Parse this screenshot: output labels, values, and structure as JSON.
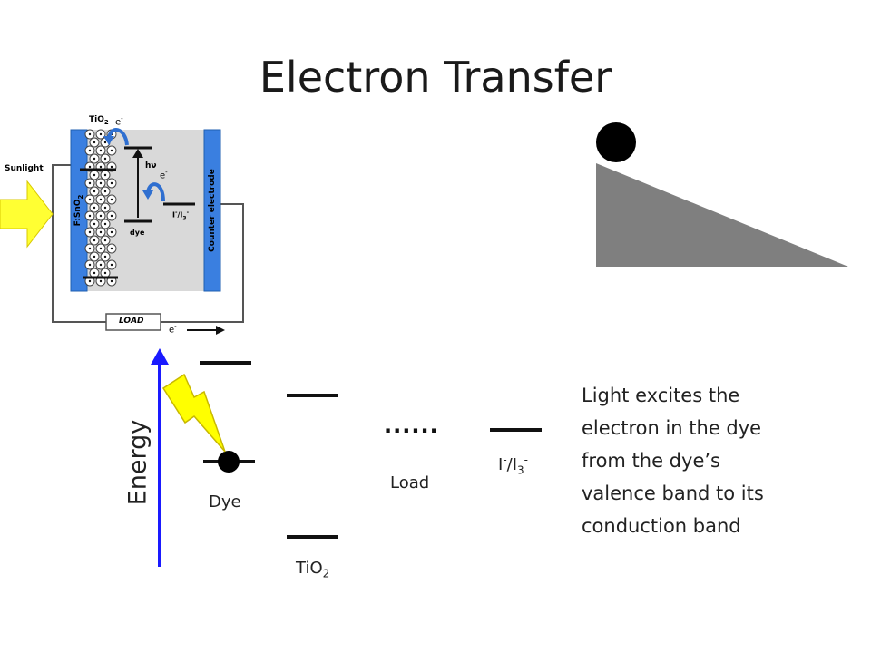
{
  "title": "Electron Transfer",
  "cell": {
    "tio2": "TiO",
    "tio2_sub": "2",
    "electron": "e",
    "electron_sup": "-",
    "hv": "hν",
    "electrode": "F:SnO",
    "electrode_sub": "2",
    "redox": "I",
    "redox_sup": "-",
    "redox_mid": "/I",
    "redox_sub": "3",
    "redox_sup2": "-",
    "dye": "dye",
    "counter": "Counter electrode",
    "sunlight": "Sunlight",
    "load": "LOAD"
  },
  "energy_diagram": {
    "axis_label": "Energy",
    "dye": "Dye",
    "tio2": "TiO",
    "tio2_sub": "2",
    "load": "Load",
    "load_dots": "......",
    "redox": "I",
    "redox_sup": "-",
    "redox_mid": "/I",
    "redox_sub": "3",
    "redox_sup2": "-"
  },
  "description": "Light excites the electron in the dye from the dye’s valence band to its conduction band",
  "colors": {
    "electrode_blue": "#3a7fe0",
    "cell_gray": "#d9d9d9",
    "sunlight_yellow": "#ffff33",
    "axis_blue": "#1a1aff",
    "lightning": "#ffff00",
    "slope_gray": "#7f7f7f"
  }
}
